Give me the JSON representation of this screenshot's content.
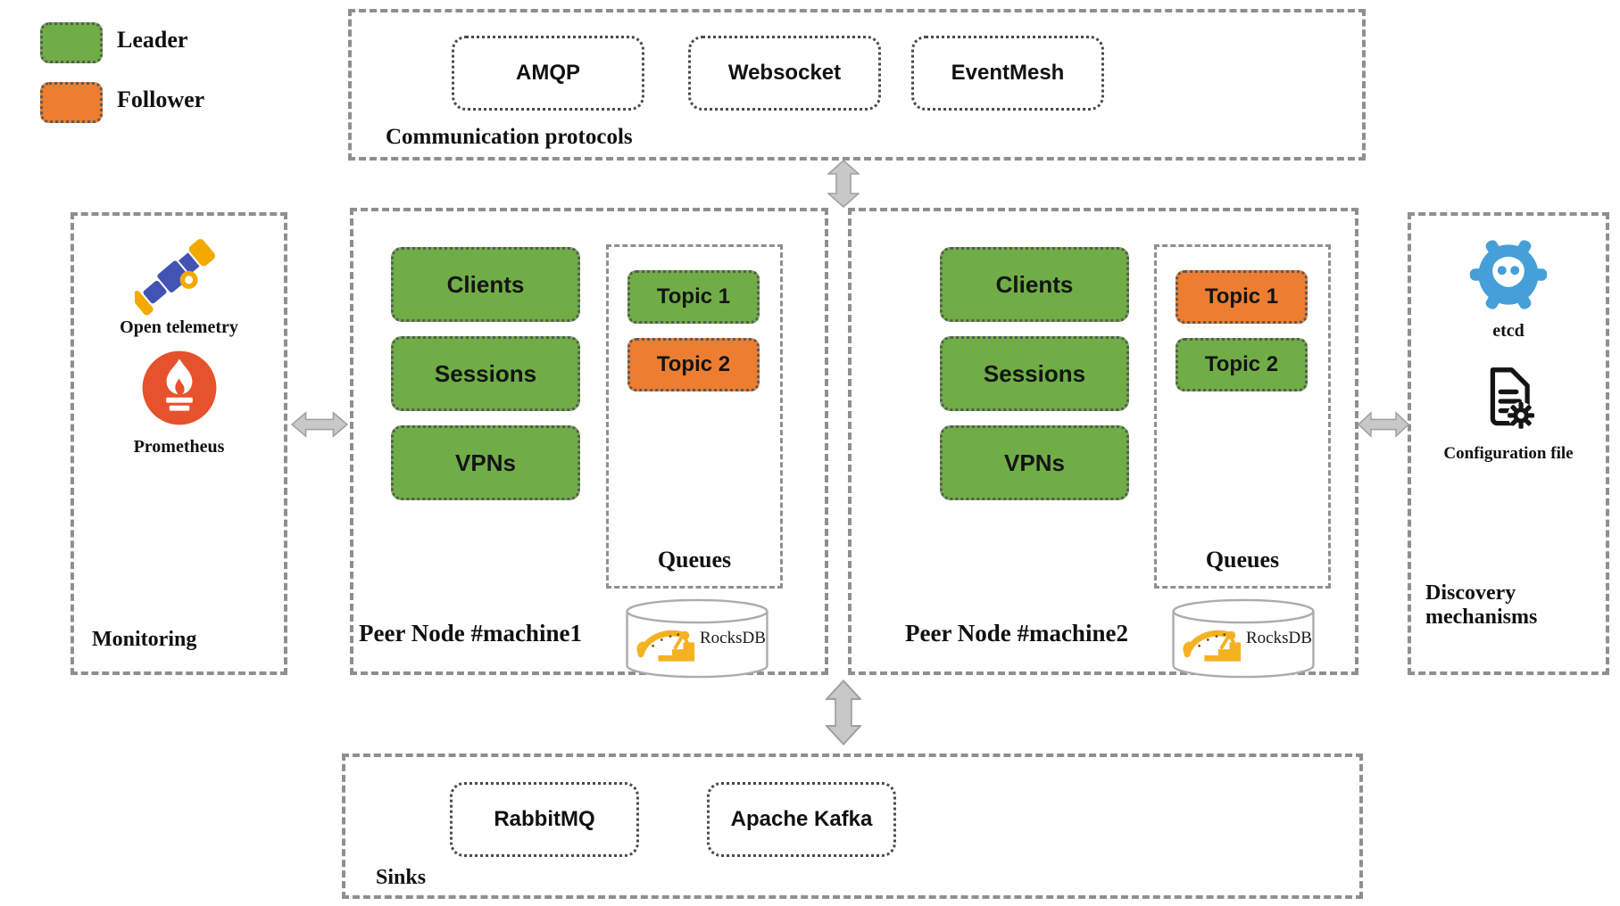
{
  "colors": {
    "leader_green": "#70AD47",
    "follower_orange": "#ED7D31",
    "dash_border_gray": "#8F8F8F",
    "dotted_border_gray": "#595959",
    "arrow_gray": "#C8C8C8",
    "etcd_blue": "#459FD8",
    "prometheus_orange": "#E6522C",
    "telescope_blue": "#4353B4",
    "telescope_amber": "#F2A900",
    "rocksdb_gold": "#F4B223"
  },
  "legend": {
    "items": [
      {
        "label": "Leader",
        "role": "leader"
      },
      {
        "label": "Follower",
        "role": "follower"
      }
    ]
  },
  "protocols": {
    "title": "Communication protocols",
    "items": [
      "AMQP",
      "Websocket",
      "EventMesh"
    ]
  },
  "monitoring": {
    "title": "Monitoring",
    "items": [
      {
        "label": "Open telemetry",
        "icon": "telescope-icon"
      },
      {
        "label": "Prometheus",
        "icon": "prometheus-icon"
      }
    ]
  },
  "peer_nodes": [
    {
      "title": "Peer Node #machine1",
      "blocks": [
        "Clients",
        "Sessions",
        "VPNs"
      ],
      "queues": {
        "title": "Queues",
        "topics": [
          {
            "label": "Topic 1",
            "role": "leader"
          },
          {
            "label": "Topic 2",
            "role": "follower"
          }
        ]
      },
      "storage": {
        "label": "RocksDB",
        "icon": "rocksdb-jaguar-icon"
      }
    },
    {
      "title": "Peer Node #machine2",
      "blocks": [
        "Clients",
        "Sessions",
        "VPNs"
      ],
      "queues": {
        "title": "Queues",
        "topics": [
          {
            "label": "Topic 1",
            "role": "follower"
          },
          {
            "label": "Topic 2",
            "role": "leader"
          }
        ]
      },
      "storage": {
        "label": "RocksDB",
        "icon": "rocksdb-jaguar-icon"
      }
    }
  ],
  "discovery": {
    "title": "Discovery mechanisms",
    "items": [
      {
        "label": "etcd",
        "icon": "etcd-gear-icon"
      },
      {
        "label": "Configuration file",
        "icon": "configuration-file-icon"
      }
    ]
  },
  "sinks": {
    "title": "Sinks",
    "items": [
      "RabbitMQ",
      "Apache Kafka"
    ]
  }
}
